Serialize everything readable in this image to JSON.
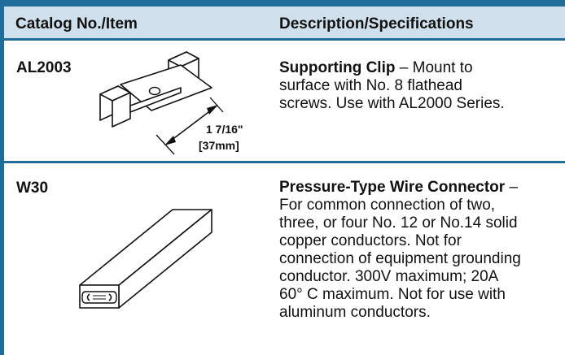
{
  "table": {
    "headers": {
      "catalog": "Catalog No./Item",
      "description": "Description/Specifications"
    },
    "rows": [
      {
        "catalog_no": "AL2003",
        "item_name": "Supporting Clip",
        "desc_lines": [
          "Mount to",
          "surface with No. 8 flathead",
          "screws. Use with AL2000 Series."
        ],
        "dimension": [
          "1 7/16\"",
          "[37mm]"
        ],
        "illustration": "supporting-clip-drawing"
      },
      {
        "catalog_no": "W30",
        "item_name": "Pressure-Type Wire Connector",
        "desc_lines": [
          "For common connection of two,",
          "three, or four No. 12 or No.14 solid",
          "copper conductors. Not for",
          "connection of equipment grounding",
          "conductor. 300V maximum; 20A",
          "60° C maximum. Not for use with",
          "aluminum conductors."
        ],
        "illustration": "wire-connector-drawing"
      }
    ]
  },
  "separator": "–",
  "colors": {
    "accent": "#1f6b99",
    "header_bg": "#cfe0ec",
    "text": "#111111"
  }
}
